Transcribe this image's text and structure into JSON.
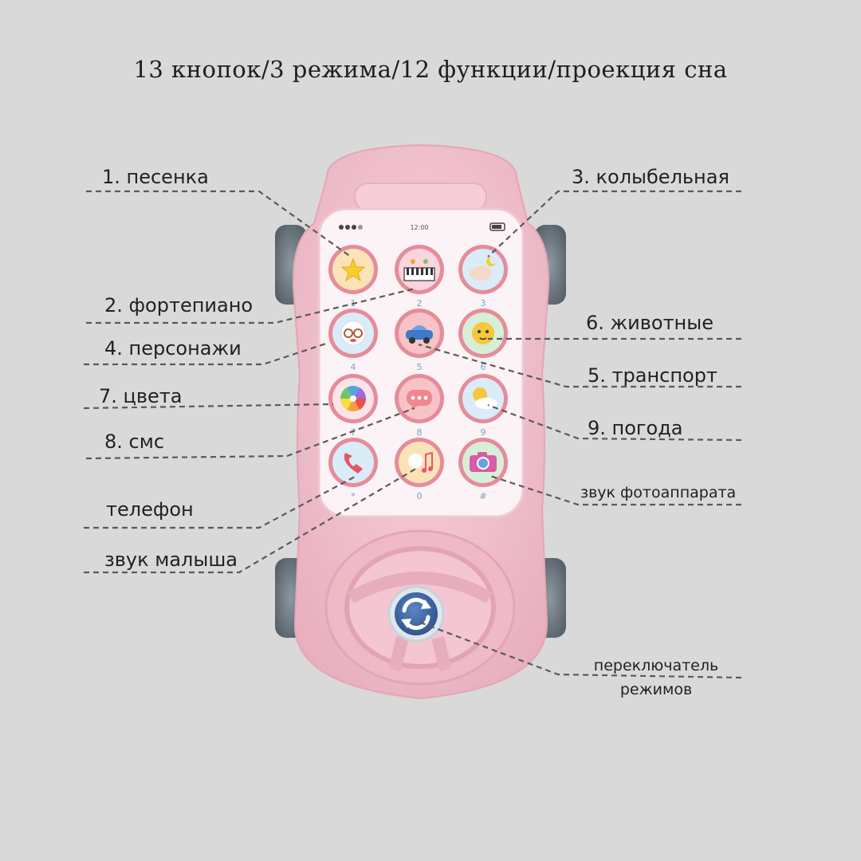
{
  "title": "13 кнопок/3 режима/12 функции/проекция сна",
  "phone": {
    "status_time": "12:00",
    "key_numbers": [
      "1",
      "2",
      "3",
      "4",
      "5",
      "6",
      "7",
      "8",
      "9",
      "*",
      "0",
      "#"
    ]
  },
  "labels": {
    "song": "1. песенка",
    "lullaby": "3. колыбельная",
    "piano": "2. фортепиано",
    "animals": "6. животные",
    "characters": "4. персонажи",
    "transport": "5. транспорт",
    "colors": "7. цвета",
    "weather": "9. погода",
    "sms": "8. смс",
    "camera_sound": "звук фотоаппарата",
    "phone": "телефон",
    "baby_sound": "звук малыша",
    "mode_switch_1": "переключатель",
    "mode_switch_2": "режимов"
  },
  "colors": {
    "background": "#d9d9d9",
    "toy_pink": "#f2c4cf",
    "toy_pink_dark": "#e3a6b4",
    "screen": "#fbf3f6",
    "button_ring": "#e58c9a",
    "wheel": "#6f7b84",
    "switch_button": "#3e6aa6"
  }
}
